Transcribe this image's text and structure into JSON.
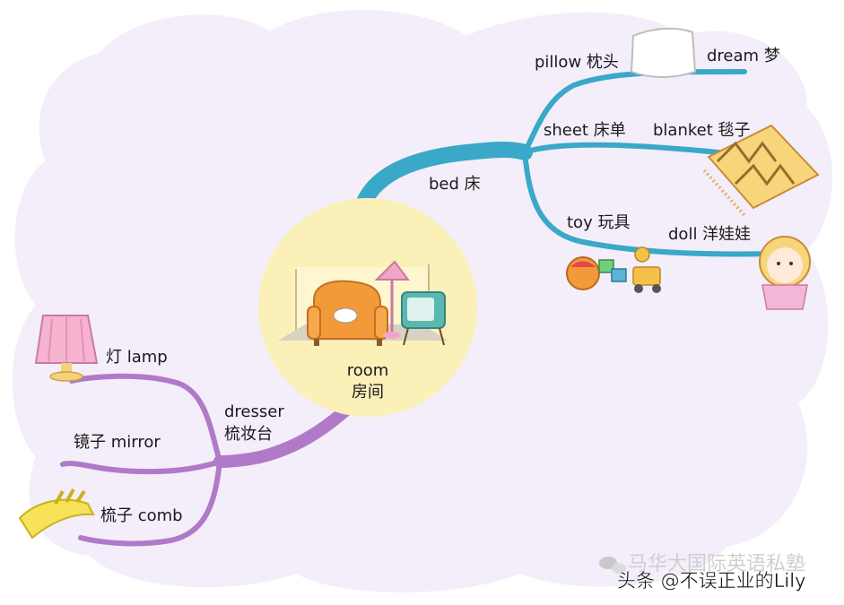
{
  "center": {
    "en": "room",
    "zh": "房间"
  },
  "branches": {
    "bed": {
      "label": "bed 床",
      "items": [
        "pillow 枕头",
        "dream 梦",
        "sheet 床单",
        "blanket 毯子",
        "toy 玩具",
        "doll 洋娃娃"
      ]
    },
    "dresser": {
      "label_en": "dresser",
      "label_zh": "梳妆台",
      "items": [
        "灯 lamp",
        "镜子 mirror",
        "梳子 comb"
      ]
    }
  },
  "watermark": {
    "line1": "马华大国际英语私塾",
    "line2": "头条 @不误正业的Lily"
  },
  "colors": {
    "bed_branch": "#3aa8c8",
    "dresser_branch": "#b07ac8",
    "center_circle": "#fbf0b8",
    "cloud": "#f3eef9"
  }
}
